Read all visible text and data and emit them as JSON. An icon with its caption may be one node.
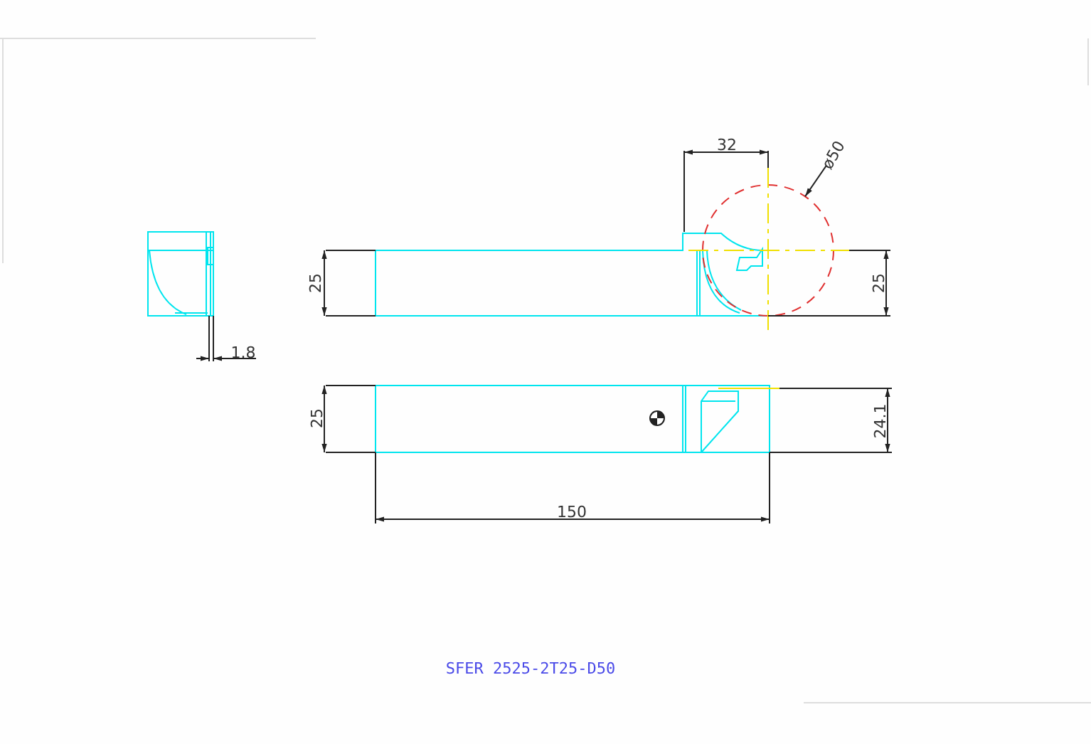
{
  "diagram": {
    "caption": "SFER 2525-2T25-D50",
    "nodes": [
      {
        "text": [
          "ø50"
        ]
      },
      {
        "text": [],
        "shape": "circle"
      }
    ],
    "edges": [
      {
        "from": 0,
        "to": 1,
        "arrow": "to"
      }
    ],
    "labels": [
      "32",
      "25",
      "25",
      "1.8",
      "25",
      "24.1",
      "150"
    ]
  }
}
